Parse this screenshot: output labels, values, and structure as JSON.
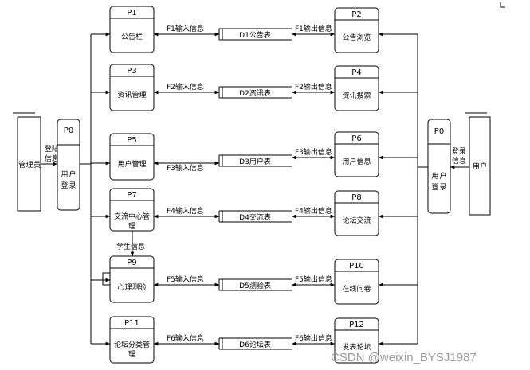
{
  "entities": {
    "admin": "管理员",
    "user": "用户"
  },
  "login": {
    "admin_flow": "登陆信息",
    "user_flow": "登录信息",
    "p0_id": "P0",
    "p0_name": "用户登录"
  },
  "left_processes": [
    {
      "id": "P1",
      "name": "公告栏"
    },
    {
      "id": "P3",
      "name": "资讯管理"
    },
    {
      "id": "P5",
      "name": "用户管理"
    },
    {
      "id": "P7",
      "name": "交流中心管理"
    },
    {
      "id": "P9",
      "name": "心理测验"
    },
    {
      "id": "P11",
      "name": "论坛分类管理"
    }
  ],
  "right_processes": [
    {
      "id": "P2",
      "name": "公告浏览"
    },
    {
      "id": "P4",
      "name": "资讯搜索"
    },
    {
      "id": "P6",
      "name": "用户信息"
    },
    {
      "id": "P8",
      "name": "论坛交流"
    },
    {
      "id": "P10",
      "name": "在线问卷"
    },
    {
      "id": "P12",
      "name": "发表论坛"
    }
  ],
  "data_stores": [
    {
      "name": "D1公告表",
      "in_flow": "F1输入信息",
      "out_flow": "F1输出信息"
    },
    {
      "name": "D2资讯表",
      "in_flow": "F2输入信息",
      "out_flow": "F2输出信息"
    },
    {
      "name": "D3用户表",
      "in_flow": "F3输入信息",
      "out_flow": "F3输出信息"
    },
    {
      "name": "D4交流表",
      "in_flow": "F4输入信息",
      "out_flow": "F4输出信息"
    },
    {
      "name": "D5测验表",
      "in_flow": "F5输入信息",
      "out_flow": "F5输出信息"
    },
    {
      "name": "D6论坛表",
      "in_flow": "F6输入信息",
      "out_flow": "F6输出信息"
    }
  ],
  "extra_flow": "学生信息",
  "watermark": "CSDN @weixin_BYSJ1987"
}
